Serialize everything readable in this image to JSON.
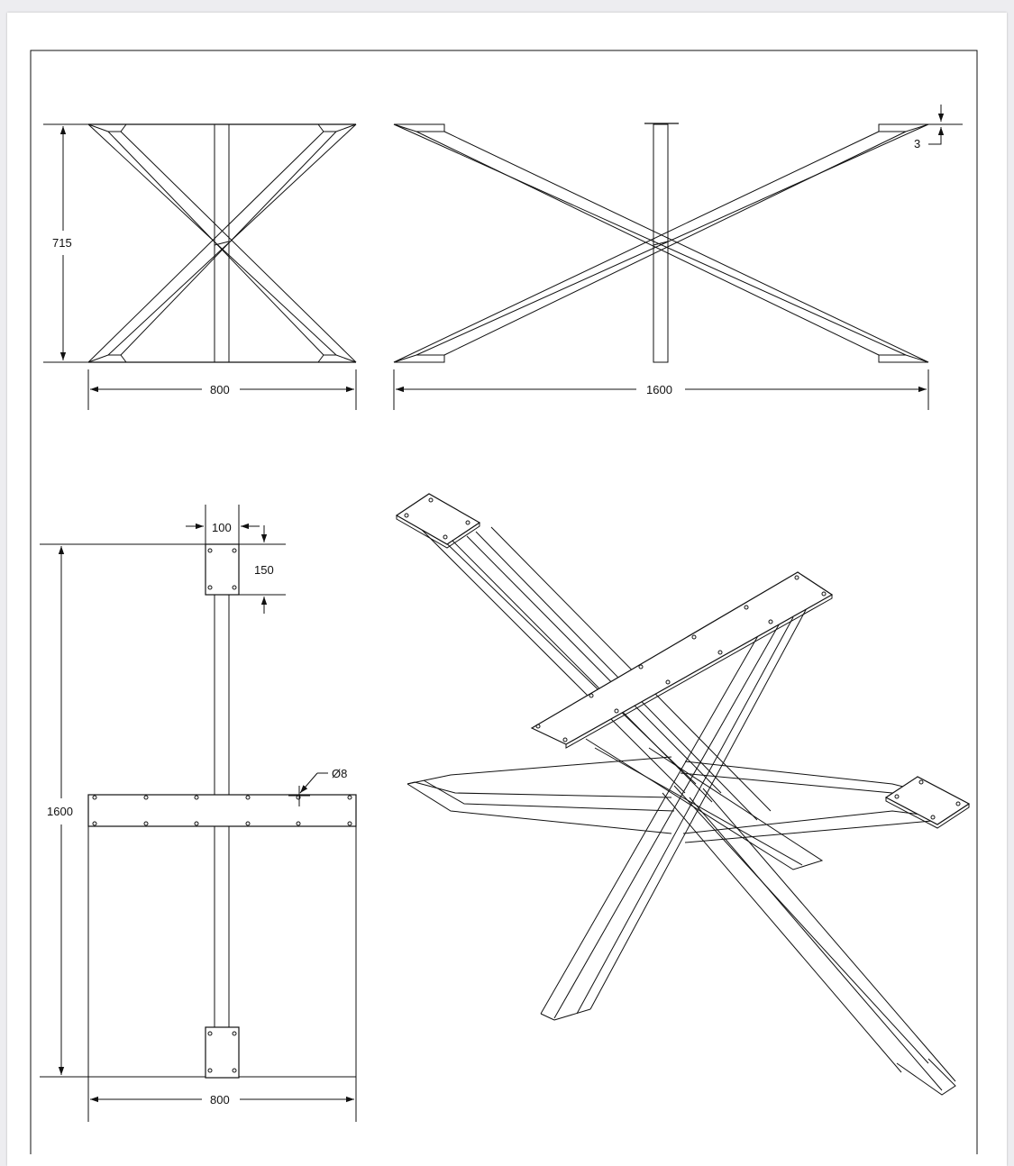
{
  "drawing": {
    "front_view": {
      "height_dim": "715",
      "width_dim": "800"
    },
    "side_view": {
      "width_dim": "1600",
      "plate_thickness_dim": "3"
    },
    "top_view": {
      "plate_width_dim": "100",
      "plate_length_dim": "150",
      "hole_dim": "Ø8",
      "length_dim": "1600",
      "width_dim": "800"
    },
    "iso_view": {}
  }
}
